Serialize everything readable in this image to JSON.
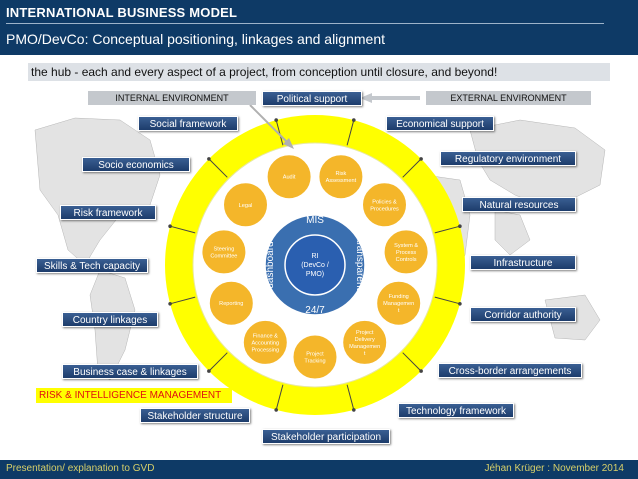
{
  "header": {
    "title": "INTERNATIONAL BUSINESS MODEL",
    "subtitle": "PMO/DevCo: Conceptual positioning, linkages and alignment"
  },
  "hub_banner": "the hub - each and every aspect of a project, from conception until closure, and beyond!",
  "environments": {
    "internal": "INTERNAL ENVIRONMENT",
    "external": "EXTERNAL ENVIRONMENT"
  },
  "outer_labels": {
    "political_support": "Political support",
    "social_framework": "Social framework",
    "economical_support": "Economical support",
    "socio_economics": "Socio economics",
    "regulatory_environment": "Regulatory environment",
    "natural_resources": "Natural resources",
    "risk_framework": "Risk framework",
    "skills_tech_capacity": "Skills & Tech capacity",
    "infrastructure": "Infrastructure",
    "country_linkages": "Country linkages",
    "corridor_authority": "Corridor authority",
    "business_case_linkages": "Business case & linkages",
    "cross_border_arrangements": "Cross-border arrangements",
    "risk_intelligence_management": "RISK & INTELLIGENCE MANAGEMENT",
    "stakeholder_structure": "Stakeholder structure",
    "technology_framework": "Technology framework",
    "stakeholder_participation": "Stakeholder participation"
  },
  "wheel": {
    "center_lines": [
      "RI",
      "(DevCo /",
      "PMO)"
    ],
    "ring_top": "MIS",
    "ring_bottom": "24/7",
    "ring_left": "dashboard",
    "ring_right": "transparent",
    "segments": [
      {
        "lines": [
          "Risk",
          "Assessment"
        ]
      },
      {
        "lines": [
          "Policies &",
          "Procedures"
        ]
      },
      {
        "lines": [
          "System &",
          "Process",
          "Controls"
        ]
      },
      {
        "lines": [
          "Funding",
          "Managemen",
          "t"
        ]
      },
      {
        "lines": [
          "Project",
          "Delivery",
          "Managemen",
          "t"
        ]
      },
      {
        "lines": [
          "Project",
          "Tracking"
        ]
      },
      {
        "lines": [
          "Finance &",
          "Accounting",
          "Processing"
        ]
      },
      {
        "lines": [
          "Reporting"
        ]
      },
      {
        "lines": [
          "Steering",
          "Committee"
        ]
      },
      {
        "lines": [
          "Legal"
        ]
      },
      {
        "lines": [
          "Audit"
        ]
      }
    ]
  },
  "colors": {
    "background": "#0e3a66",
    "yellow_ring": "#ffff00",
    "segment": "#f4b62a",
    "label_blue": "#2a4f82"
  },
  "footer": {
    "left": "Presentation/ explanation to GVD",
    "right": "Jéhan Krüger : November 2014"
  }
}
